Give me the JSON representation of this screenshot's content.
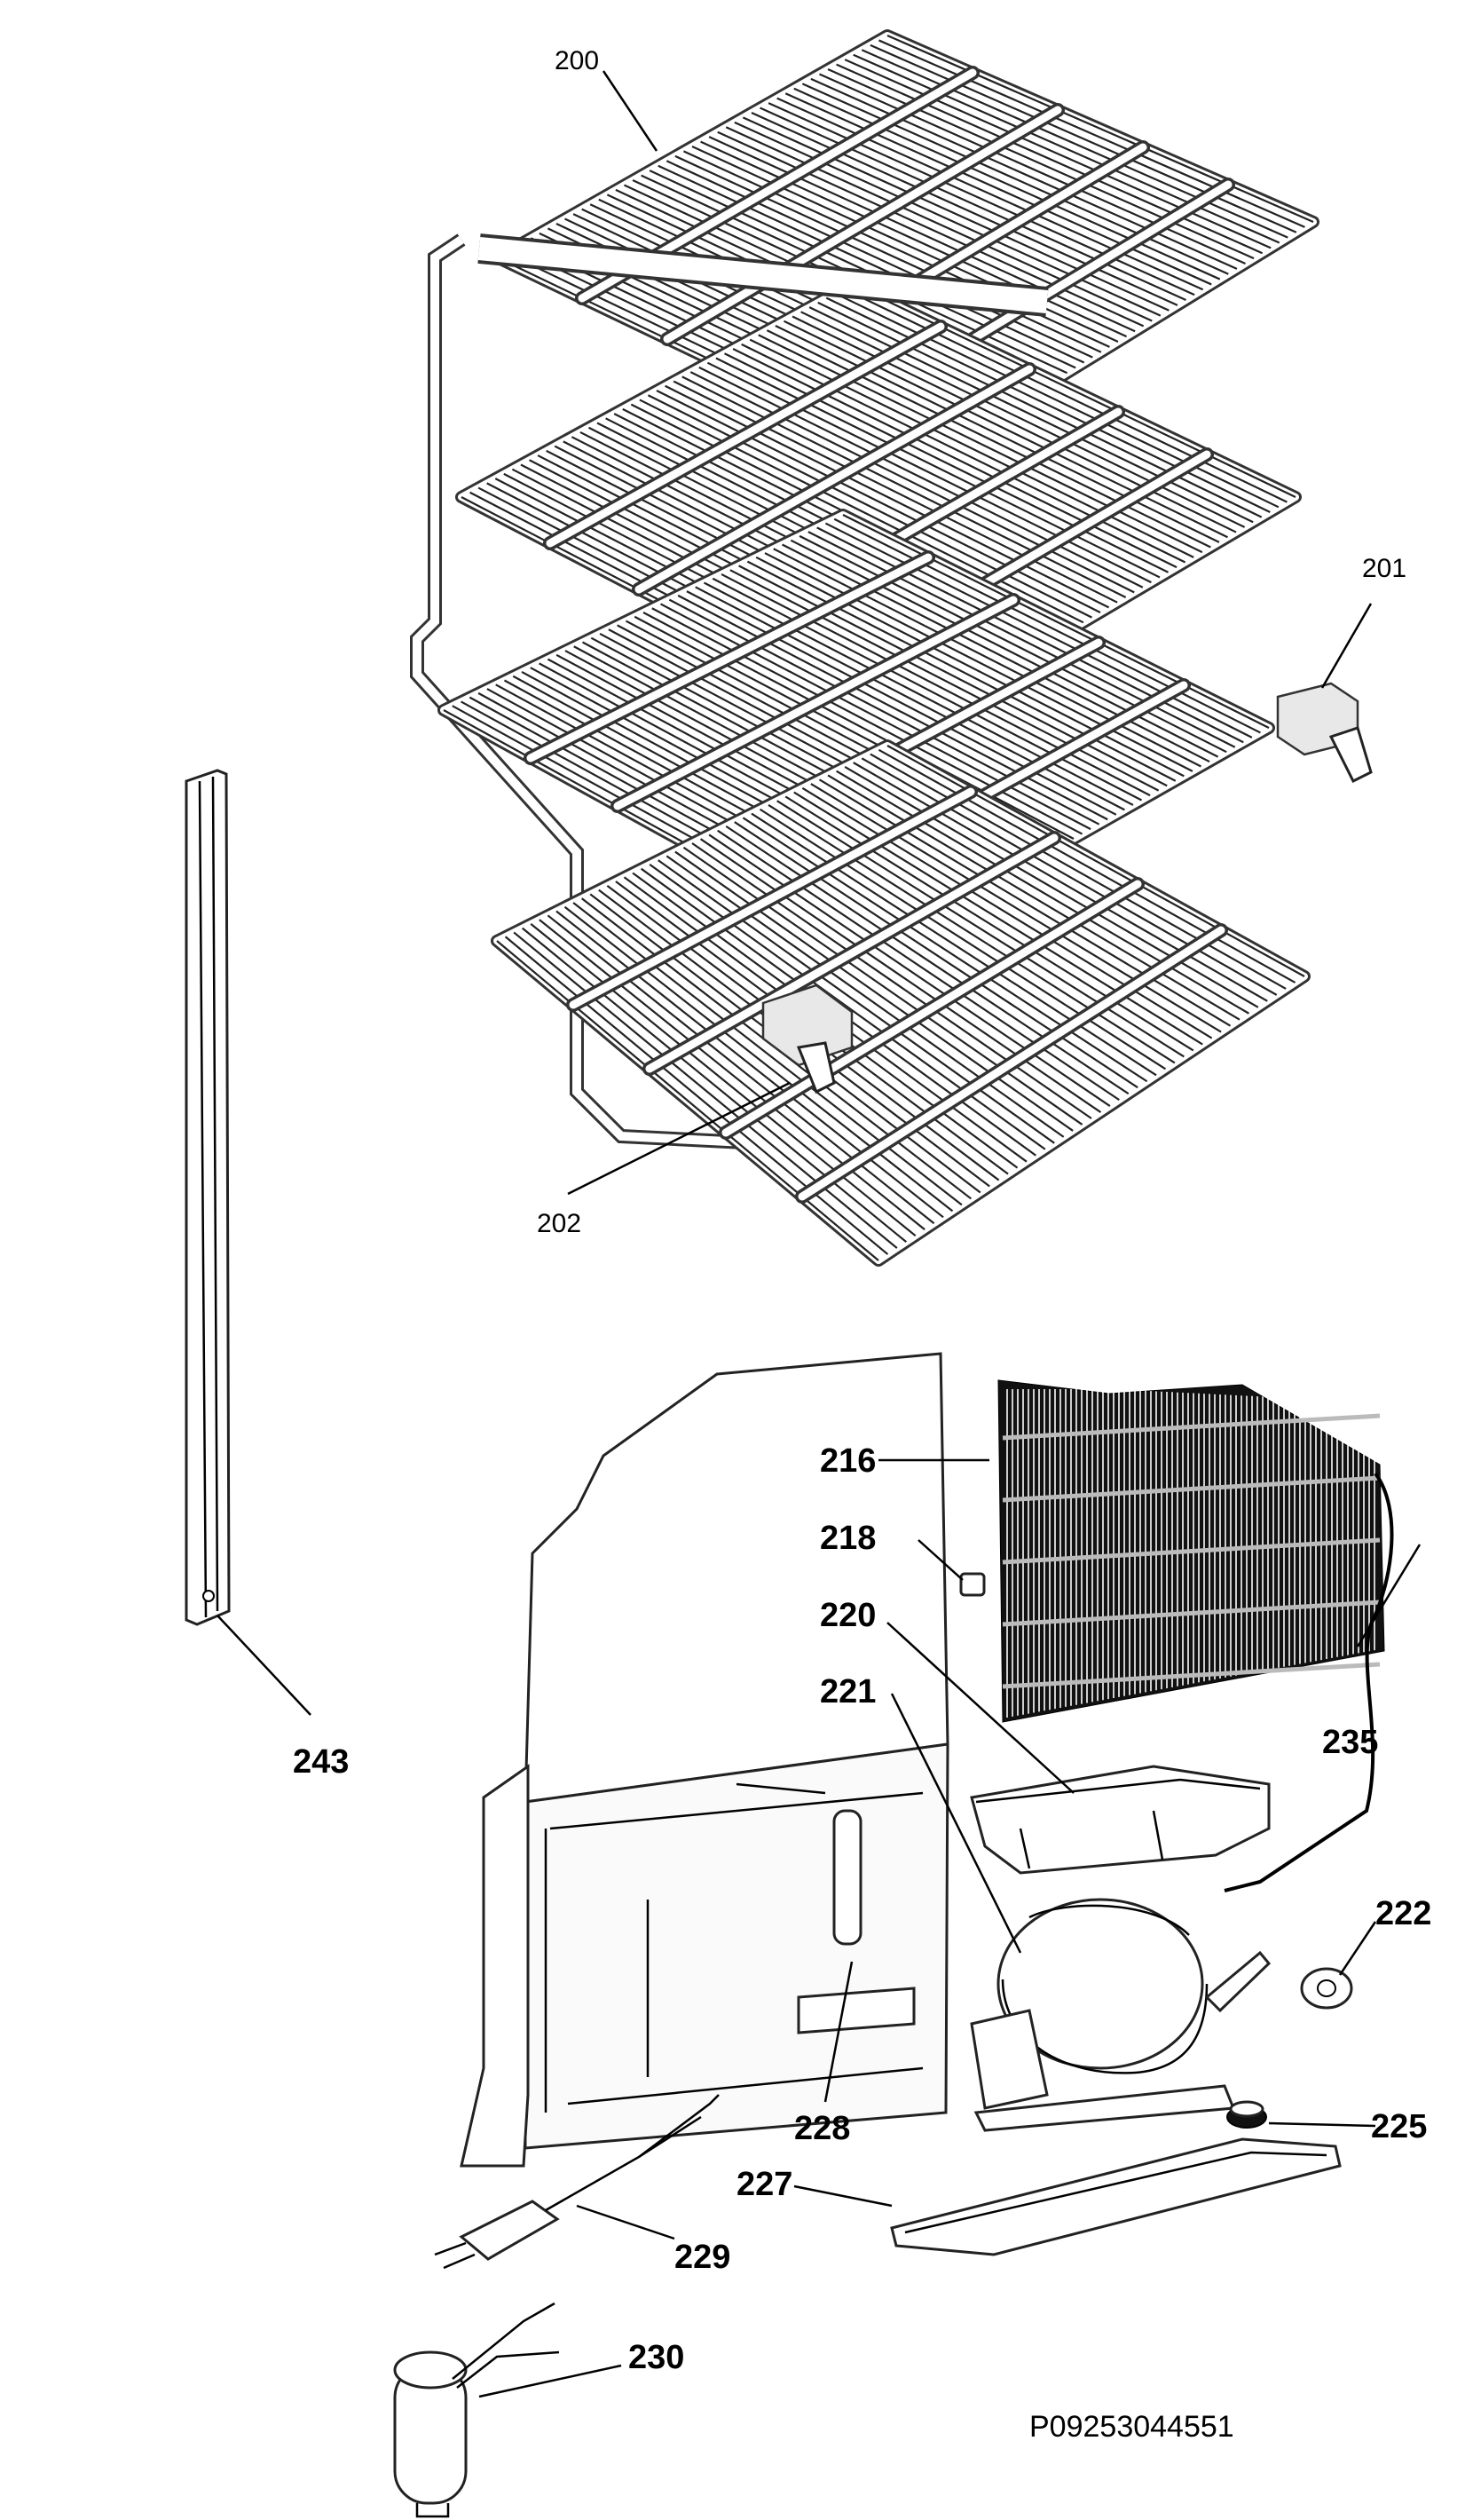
{
  "callouts": {
    "c200": "200",
    "c201": "201",
    "c202": "202",
    "c216": "216",
    "c218": "218",
    "c220": "220",
    "c221": "221",
    "c222": "222",
    "c225": "225",
    "c227": "227",
    "c228": "228",
    "c229": "229",
    "c230": "230",
    "c235": "235",
    "c243": "243"
  },
  "reference_code": "P09253044551",
  "colors": {
    "line": "#000000",
    "background": "#ffffff"
  }
}
